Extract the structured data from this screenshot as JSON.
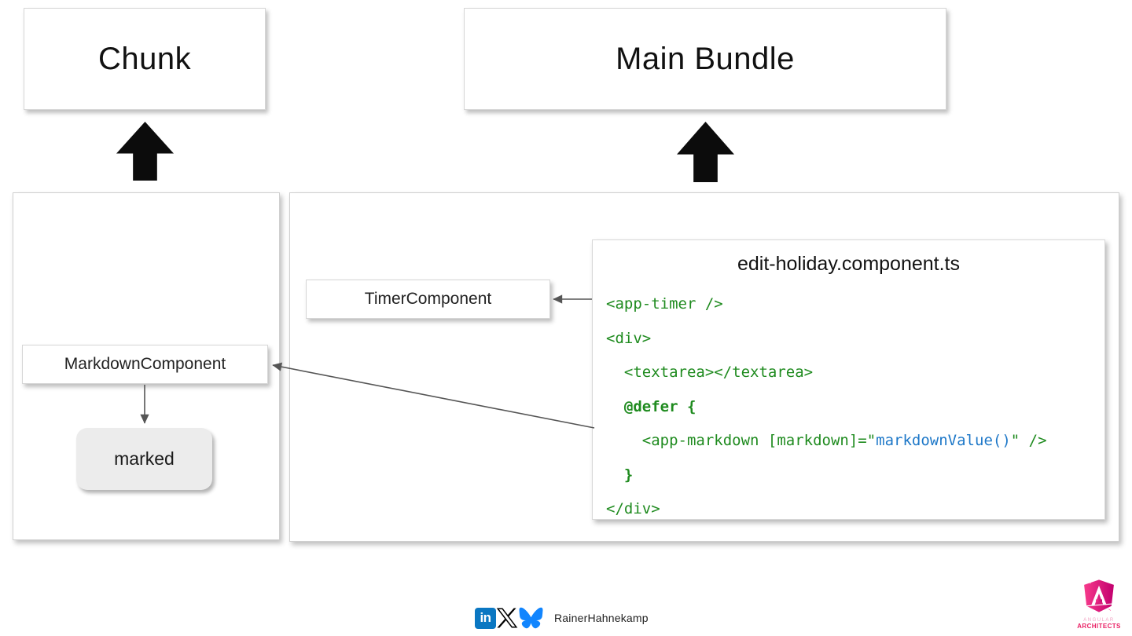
{
  "top_boxes": {
    "chunk": {
      "label": "Chunk"
    },
    "main_bundle": {
      "label": "Main Bundle"
    }
  },
  "component_boxes": {
    "timer": {
      "label": "TimerComponent"
    },
    "markdown": {
      "label": "MarkdownComponent"
    },
    "marked": {
      "label": "marked"
    }
  },
  "code_panel": {
    "title": "edit-holiday.component.ts",
    "lines": [
      {
        "segments": [
          {
            "text": "<app-timer />"
          }
        ]
      },
      {
        "segments": [
          {
            "text": "<div>"
          }
        ]
      },
      {
        "segments": [
          {
            "text": "  <textarea></textarea>"
          }
        ]
      },
      {
        "segments": [
          {
            "text": "  @defer {",
            "bold": true
          }
        ]
      },
      {
        "segments": [
          {
            "text": "    <app-markdown [markdown]=\""
          },
          {
            "text": "markdownValue()",
            "color": "blue"
          },
          {
            "text": "\" />"
          }
        ]
      },
      {
        "segments": [
          {
            "text": "  }",
            "bold": true
          }
        ]
      },
      {
        "segments": [
          {
            "text": "</div>"
          }
        ]
      }
    ]
  },
  "footer": {
    "handle": "RainerHahnekamp",
    "linkedin_label": "in",
    "icons": [
      "linkedin-icon",
      "x-icon",
      "bluesky-icon"
    ]
  },
  "logo": {
    "line1": "ANGULAR",
    "line2": "ARCHITECTS"
  },
  "colors": {
    "code_green": "#1f8b1f",
    "code_blue": "#1e78c8",
    "arrow_gray": "#555555",
    "block_arrow_black": "#0c0c0c",
    "linkedin_blue": "#0A77C2",
    "bluesky_blue": "#1185FE",
    "x_black": "#000000",
    "logo_pink": "#E91E63",
    "marked_gray": "#ececec"
  }
}
